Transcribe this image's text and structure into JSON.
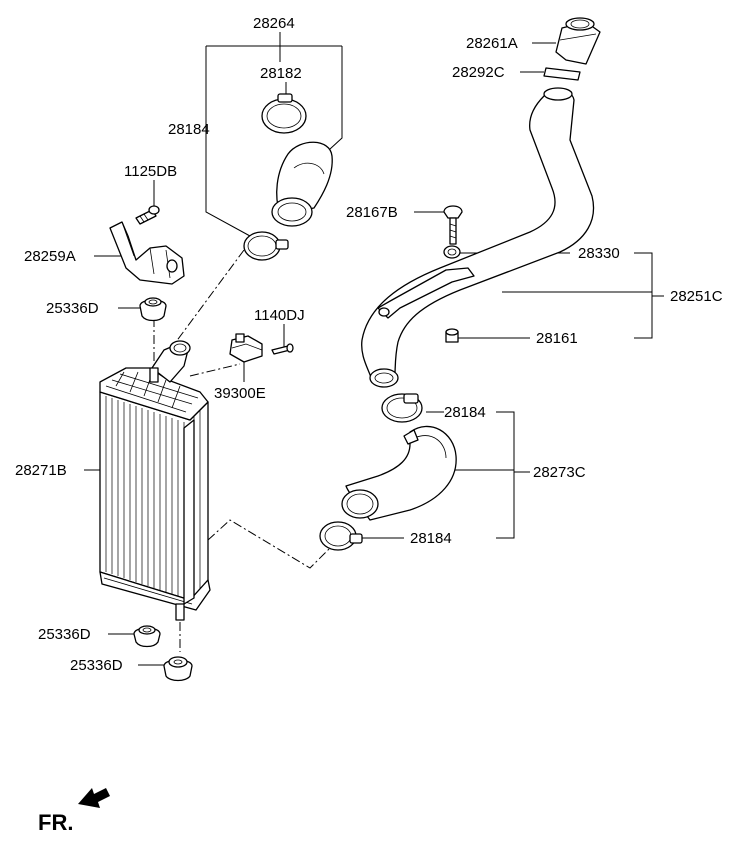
{
  "diagram": {
    "direction_label": "FR.",
    "parts": {
      "p28264": "28264",
      "p28182": "28182",
      "p28184_top": "28184",
      "p1125DB": "1125DB",
      "p28259A": "28259A",
      "p25336D_top": "25336D",
      "p1140DJ": "1140DJ",
      "p39300E": "39300E",
      "p28271B": "28271B",
      "p25336D_b1": "25336D",
      "p25336D_b2": "25336D",
      "p28261A": "28261A",
      "p28292C": "28292C",
      "p28167B": "28167B",
      "p28330": "28330",
      "p28251C": "28251C",
      "p28161": "28161",
      "p28184_mid": "28184",
      "p28273C": "28273C",
      "p28184_low": "28184"
    }
  }
}
